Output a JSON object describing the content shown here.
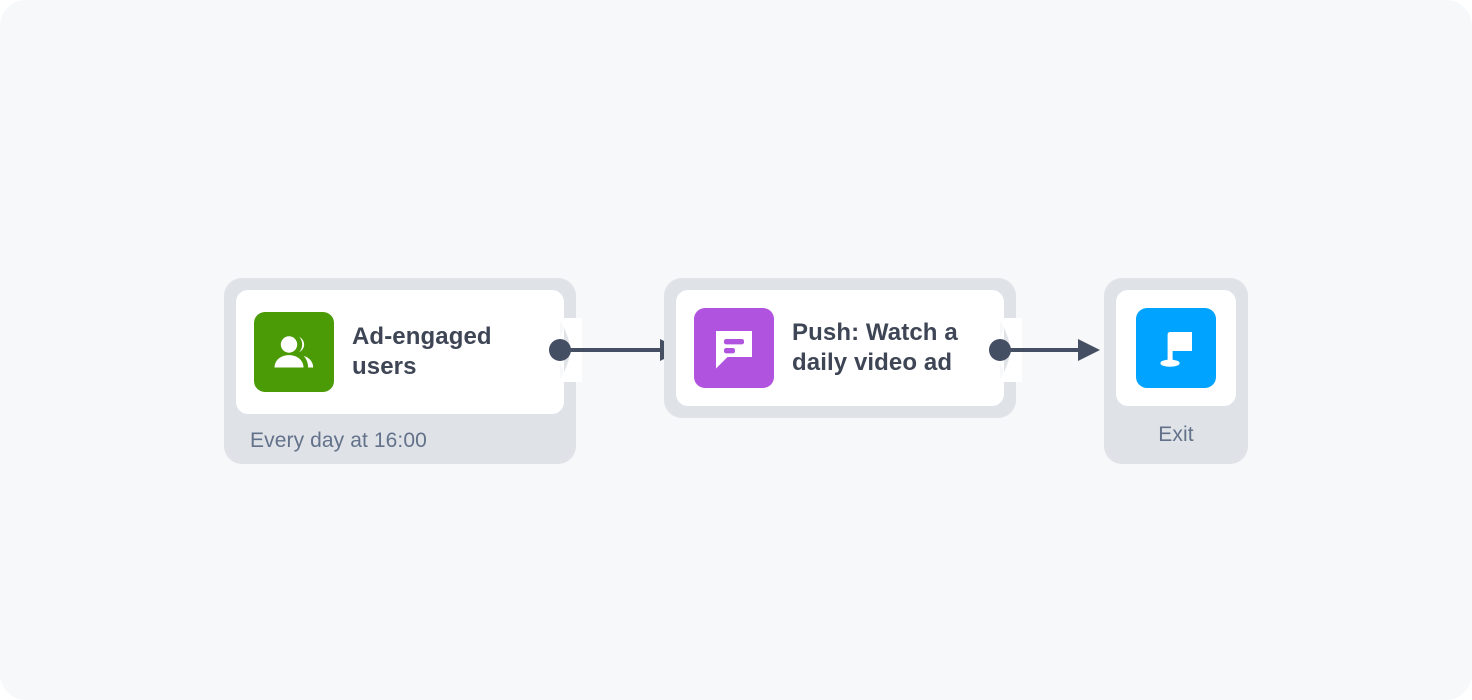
{
  "canvas": {
    "background_color": "#f7f8f9",
    "page_background_color": "#ffffff"
  },
  "flow": {
    "nodes": [
      {
        "id": "trigger",
        "kind": "audience-trigger",
        "title": "Ad-engaged users",
        "subtitle": "Every day at 16:00",
        "icon": "people-group-icon",
        "icon_color": "#4a9b05"
      },
      {
        "id": "push",
        "kind": "push-message",
        "title": "Push: Watch a daily video ad",
        "subtitle": "",
        "icon": "chat-bubble-icon",
        "icon_color": "#b054e0"
      },
      {
        "id": "exit",
        "kind": "exit",
        "title": "",
        "label": "Exit",
        "icon": "flag-icon",
        "icon_color": "#00a3ff"
      }
    ],
    "connectors": [
      {
        "id": "connector-1",
        "from": "trigger",
        "to": "push",
        "color": "#454f63"
      },
      {
        "id": "connector-2",
        "from": "push",
        "to": "exit",
        "color": "#454f63"
      }
    ]
  },
  "theme": {
    "node_plate_color": "#dfe3e8",
    "card_color": "#ffffff",
    "title_color": "#3e4555",
    "muted_text_color": "#63728a",
    "connector_color": "#454f63"
  }
}
